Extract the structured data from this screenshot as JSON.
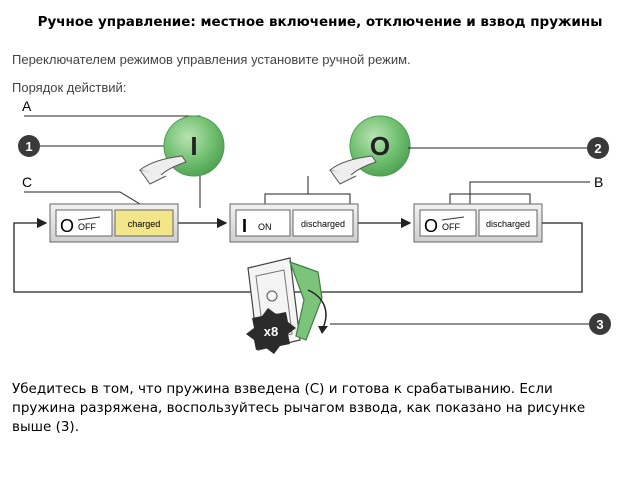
{
  "title": "Ручное управление: местное включение, отключение и взвод пружины",
  "instruction": "Переключателем режимов управления установите ручной режим.",
  "steps_heading": "Порядок действий:",
  "callouts": {
    "a": "A",
    "b": "B",
    "c": "C"
  },
  "step_numbers": {
    "one": "1",
    "two": "2",
    "three": "3"
  },
  "buttons": {
    "on": "I",
    "off": "O"
  },
  "panels": [
    {
      "symbol": "O",
      "state": "OFF",
      "spring": "charged"
    },
    {
      "symbol": "I",
      "state": "ON",
      "spring": "discharged"
    },
    {
      "symbol": "O",
      "state": "OFF",
      "spring": "discharged"
    }
  ],
  "lever_count": "x8",
  "note": "Убедитесь в том, что пружина взведена (C) и готова к срабатыванию. Если пружина разряжена, воспользуйтесь рычагом взвода, как показано на рисунке выше (3).",
  "colors": {
    "green": "#7cc47c",
    "charged": "#f3e58a",
    "badge": "#3a3a3a"
  }
}
